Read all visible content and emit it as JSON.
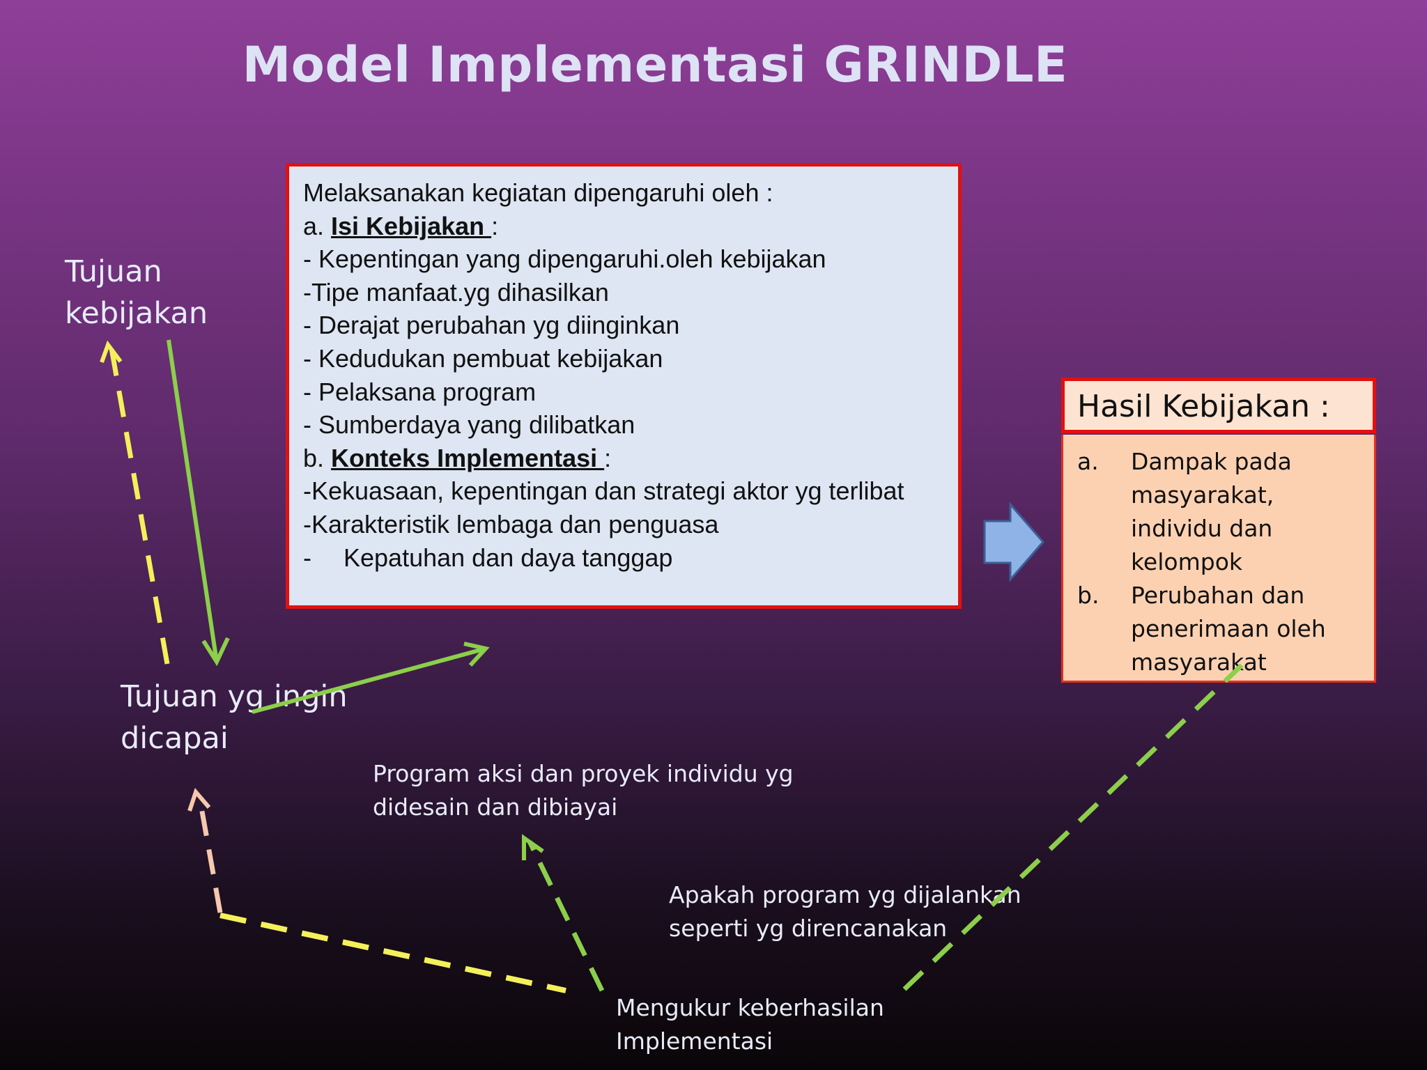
{
  "title": "Model Implementasi GRINDLE",
  "labels": {
    "tujuan_kebijakan_1": "Tujuan",
    "tujuan_kebijakan_2": "kebijakan",
    "tujuan_ingin_1": "Tujuan yg ingin",
    "tujuan_ingin_2": "dicapai",
    "program_1": "Program aksi dan proyek individu yg",
    "program_2": "didesain dan  dibiayai",
    "apakah_1": "Apakah program yg dijalankan",
    "apakah_2": "seperti yg direncanakan",
    "mengukur_1": "Mengukur keberhasilan",
    "mengukur_2": "Implementasi"
  },
  "main_box": {
    "intro": "Melaksanakan kegiatan dipengaruhi oleh :",
    "a_prefix": "a. ",
    "a_heading": "Isi Kebijakan ",
    "a_suffix": ":",
    "a_items": [
      "- Kepentingan yang dipengaruhi.oleh kebijakan",
      "-Tipe manfaat.yg dihasilkan",
      "- Derajat perubahan yg diinginkan",
      "- Kedudukan pembuat kebijakan",
      "- Pelaksana program",
      "- Sumberdaya yang dilibatkan"
    ],
    "b_prefix": "b. ",
    "b_heading": "Konteks Implementasi ",
    "b_suffix": ":",
    "b_item1": "-Kekuasaan, kepentingan dan strategi aktor  yg terlibat",
    "b_item2": "-Karakteristik lembaga dan penguasa",
    "b_item3_dash": "-",
    "b_item3": "Kepatuhan dan daya tanggap"
  },
  "hasil": {
    "heading": "Hasil Kebijakan :",
    "items": [
      {
        "marker": "a.",
        "text": "Dampak pada masyarakat, individu dan kelompok"
      },
      {
        "marker": "b.",
        "text": "Perubahan dan penerimaan oleh masyarakat"
      }
    ]
  },
  "colors": {
    "green": "#8ccf4a",
    "yellow": "#f4f05a",
    "peach": "#f6c8ae",
    "red_border": "#e21010",
    "blue_arrow": "#8fb3e6"
  }
}
